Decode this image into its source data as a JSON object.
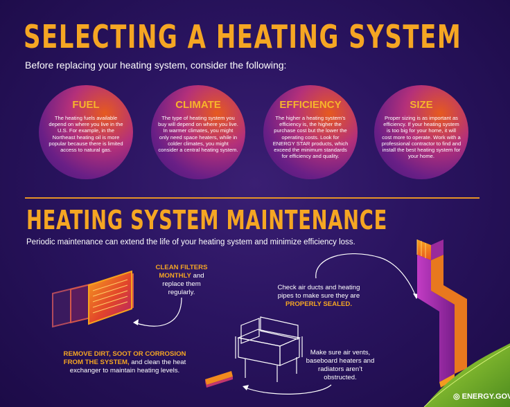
{
  "header": {
    "title": "SELECTING A HEATING SYSTEM",
    "intro": "Before replacing your heating system, consider the following:"
  },
  "factors": [
    {
      "heading": "FUEL",
      "text": "The heating fuels available depend on where you live in the U.S. For example, in the Northeast heating oil is more popular because there is limited access to natural gas."
    },
    {
      "heading": "CLIMATE",
      "text": "The type of heating system you buy will depend on where you live. In warmer climates, you might only need space heaters, while in colder climates, you might consider a central heating system."
    },
    {
      "heading": "EFFICIENCY",
      "text": "The higher a heating system’s efficiency is, the higher the purchase cost but the lower the operating costs. Look for ENERGY STAR products, which exceed the minimum standards for efficiency and quality."
    },
    {
      "heading": "SIZE",
      "text": "Proper sizing is as important as efficiency. If your heating system is too big for your home, it will cost more to operate. Work with a professional contractor to find and install the best heating system for your home."
    }
  ],
  "maintenance": {
    "title": "HEATING SYSTEM MAINTENANCE",
    "intro": "Periodic maintenance can extend the life of your heating system and minimize efficiency loss.",
    "tips": {
      "filters": {
        "highlight": "CLEAN FILTERS MONTHLY",
        "rest": " and replace them regularly."
      },
      "ducts": {
        "lead": "Check air ducts and heating pipes to make sure they are ",
        "highlight": "PROPERLY SEALED."
      },
      "dirt": {
        "highlight": "REMOVE DIRT, SOOT OR CORROSION FROM THE SYSTEM,",
        "rest": " and clean the heat exchanger to maintain heating levels."
      },
      "vents": {
        "text": "Make sure air vents, baseboard heaters and radiators aren’t obstructed."
      }
    }
  },
  "footer": {
    "logo": "ENERGY.GOV"
  },
  "colors": {
    "accent": "#f5a623",
    "background": "#2a1460",
    "duct": "#b02fb0"
  },
  "icons": [
    "air-filter-icon",
    "air-duct-icon",
    "couch-icon",
    "baseboard-heater-icon",
    "curved-arrow-icon",
    "energy-gov-logo-icon"
  ]
}
